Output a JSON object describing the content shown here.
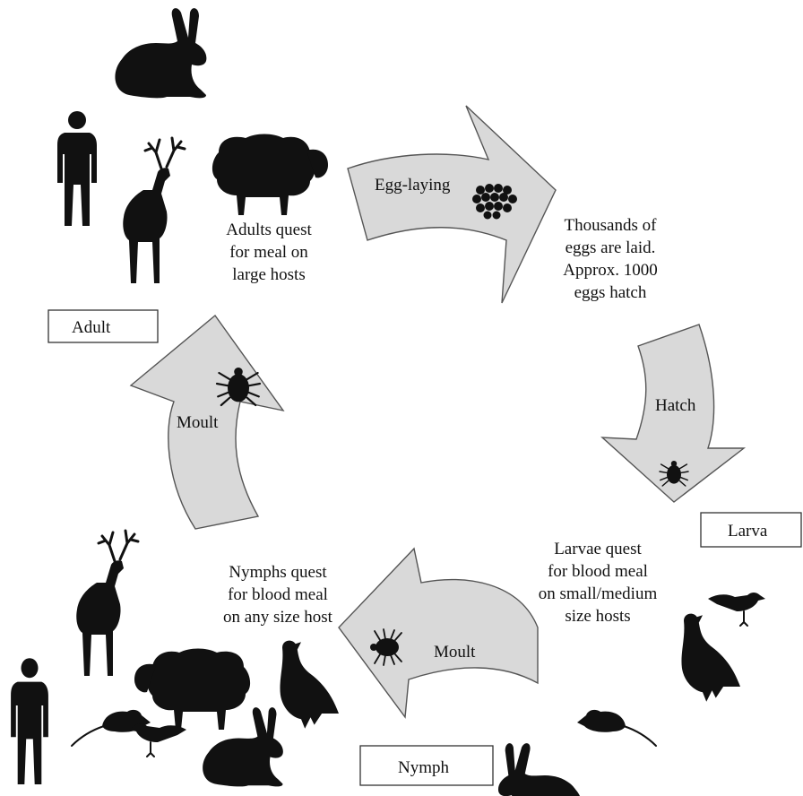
{
  "stages": {
    "adult": "Adult",
    "larva": "Larva",
    "nymph": "Nymph"
  },
  "arrows": {
    "egg_laying": "Egg-laying",
    "hatch": "Hatch",
    "moult_nymph": "Moult",
    "moult_adult": "Moult"
  },
  "captions": {
    "adults": [
      "Adults quest",
      "for meal on",
      "large hosts"
    ],
    "eggs": [
      "Thousands of",
      "eggs are laid.",
      "Approx. 1000",
      "eggs hatch"
    ],
    "larvae": [
      "Larvae quest",
      "for blood meal",
      "on small/medium",
      "size hosts"
    ],
    "nymphs": [
      "Nymphs quest",
      "for blood meal",
      "on any size host"
    ]
  },
  "icons": {
    "adult_hosts": [
      "hare-icon",
      "human-icon",
      "deer-icon",
      "sheep-icon"
    ],
    "larva_hosts": [
      "hare-icon",
      "mouse-icon",
      "grouse-icon",
      "bird-icon"
    ],
    "nymph_hosts": [
      "human-icon",
      "deer-icon",
      "sheep-icon",
      "mouse-icon",
      "grouse-icon",
      "bird-icon",
      "hare-icon"
    ],
    "tick": "tick-icon",
    "eggs": "egg-cluster-icon"
  },
  "colors": {
    "arrow_fill": "#d9d9d9",
    "silhouette": "#111111"
  }
}
